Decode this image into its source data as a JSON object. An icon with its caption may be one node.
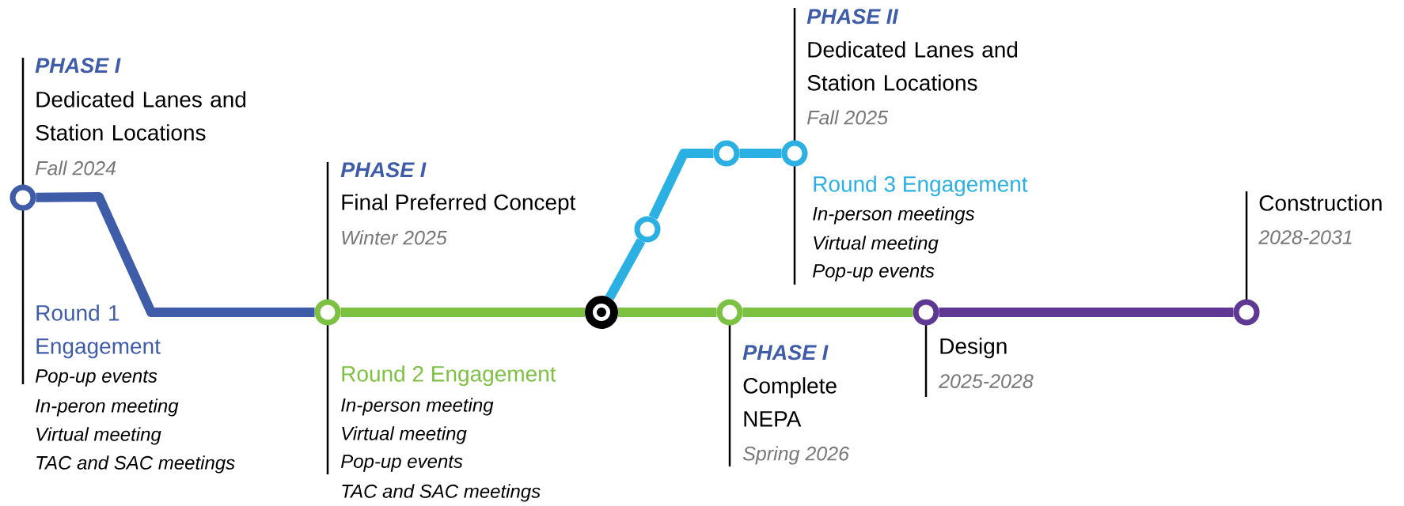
{
  "diagram": {
    "nodes": [
      {
        "text": [],
        "shape": "circle",
        "beside": [
          "PHASE I",
          "Dedicated Lanes and Station Locations",
          "Fall 2024",
          "Round 1 Engagement",
          "Pop-up events",
          "In-peron meeting",
          "Virtual meeting",
          "TAC and SAC meetings"
        ]
      },
      {
        "text": [],
        "shape": "circle",
        "beside": [
          "PHASE I",
          "Final Preferred Concept",
          "Winter 2025",
          "Round 2 Engagement",
          "In-person meeting",
          "Virtual meeting",
          "Pop-up events",
          "TAC and SAC meetings"
        ]
      },
      {
        "text": [],
        "shape": "circle"
      },
      {
        "text": [],
        "shape": "circle"
      },
      {
        "text": [],
        "shape": "circle"
      },
      {
        "text": [],
        "shape": "circle",
        "beside": [
          "PHASE II",
          "Dedicated Lanes and Station Locations",
          "Fall 2025",
          "Round 3 Engagement",
          "In-person meetings",
          "Virtual meeting",
          "Pop-up events"
        ]
      },
      {
        "text": [],
        "shape": "circle",
        "beside": [
          "PHASE I",
          "Complete NEPA",
          "Spring 2026"
        ]
      },
      {
        "text": [],
        "shape": "circle",
        "beside": [
          "Design",
          "2025-2028"
        ]
      },
      {
        "text": [],
        "shape": "circle",
        "beside": [
          "Construction",
          "2028-2031"
        ]
      }
    ],
    "edges": [
      {
        "from": 0,
        "to": 1,
        "arrow": "none",
        "color": "#3f5ca8"
      },
      {
        "from": 1,
        "to": 2,
        "arrow": "none",
        "color": "#7dc142"
      },
      {
        "from": 2,
        "to": 3,
        "arrow": "none",
        "color": "#2bb0e3"
      },
      {
        "from": 3,
        "to": 4,
        "arrow": "none",
        "color": "#2bb0e3"
      },
      {
        "from": 4,
        "to": 5,
        "arrow": "none",
        "color": "#2bb0e3"
      },
      {
        "from": 2,
        "to": 6,
        "arrow": "none",
        "color": "#7dc142"
      },
      {
        "from": 6,
        "to": 7,
        "arrow": "none",
        "color": "#7dc142"
      },
      {
        "from": 7,
        "to": 8,
        "arrow": "none",
        "color": "#5e3893"
      }
    ]
  }
}
